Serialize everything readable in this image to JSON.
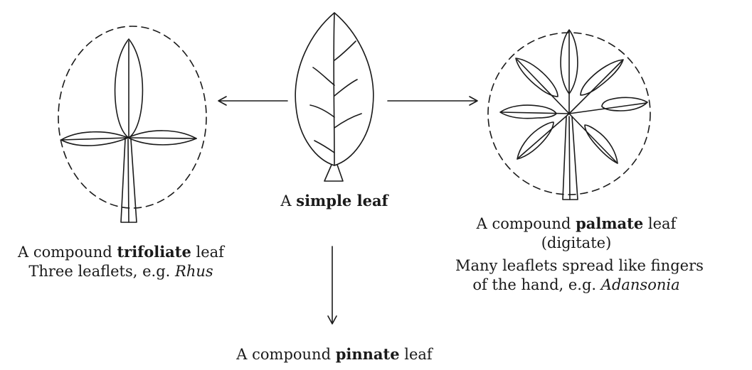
{
  "simple_leaf": {
    "prefix": "A ",
    "bold": "simple leaf",
    "suffix": ""
  },
  "trifoliate": {
    "line1_prefix": "A compound ",
    "line1_bold": "trifoliate",
    "line1_suffix": " leaf",
    "line2_text": "Three leaflets, e.g. ",
    "line2_italic": "Rhus"
  },
  "palmate": {
    "line1_prefix": "A compound ",
    "line1_bold": "palmate",
    "line1_suffix": " leaf",
    "line2": "(digitate)",
    "line3": "Many leaflets spread like fingers",
    "line4_text": "of the hand, e.g. ",
    "line4_italic": "Adansonia"
  },
  "pinnate": {
    "prefix": "A compound ",
    "bold": "pinnate",
    "suffix": " leaf"
  }
}
